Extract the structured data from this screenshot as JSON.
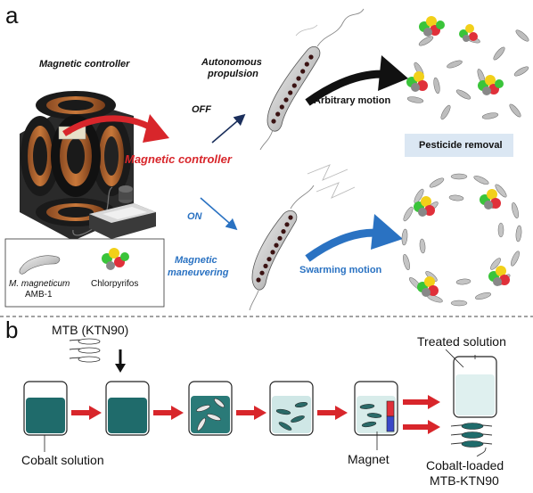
{
  "panel_a": {
    "letter": "a",
    "magnetic_controller_title": "Magnetic controller",
    "magnetic_controller_center": "Magnetic controller",
    "autonomous_propulsion": [
      "Autonomous",
      "propulsion"
    ],
    "off_label": "OFF",
    "on_label": "ON",
    "arbitrary_motion": "Arbitrary motion",
    "pesticide_removal": "Pesticide removal",
    "magnetic_maneuvering": [
      "Magnetic",
      "maneuvering"
    ],
    "swarming_motion": "Swarming motion",
    "legend": {
      "bacterium_name": "M. magneticum",
      "bacterium_strain": "AMB-1",
      "molecule_name": "Chlorpyrifos"
    }
  },
  "panel_b": {
    "letter": "b",
    "mtb_label": "MTB (KTN90)",
    "treated_solution": "Treated solution",
    "cobalt_solution": "Cobalt solution",
    "magnet": "Magnet",
    "cobalt_loaded": [
      "Cobalt-loaded",
      "MTB-KTN90"
    ]
  },
  "colors": {
    "red_arrow": "#d8262b",
    "blue_arrow": "#2a72c2",
    "cobalt_liquid": "#1f6b6b",
    "pesticide_box": "#dbe7f3",
    "magnet_red": "#e0303a",
    "magnet_blue": "#3a48c8"
  }
}
